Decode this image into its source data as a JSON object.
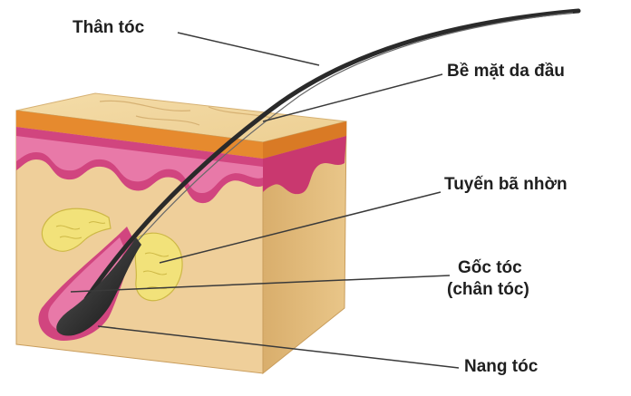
{
  "labels": {
    "hair_shaft": "Thân tóc",
    "scalp_surface": "Bề mặt da đầu",
    "sebaceous_gland": "Tuyến bã nhờn",
    "hair_root_line1": "Gốc tóc",
    "hair_root_line2": "(chân tóc)",
    "hair_follicle": "Nang tóc"
  },
  "colors": {
    "skin_block": "#efcf9a",
    "skin_side": "#e0b877",
    "epidermis_orange": "#e68a2e",
    "dermis_pink": "#d1457f",
    "dermis_light_pink": "#e879a8",
    "gland_yellow": "#f2e27a",
    "hair": "#2a2a2a",
    "leader_line": "#3a3a3a"
  }
}
